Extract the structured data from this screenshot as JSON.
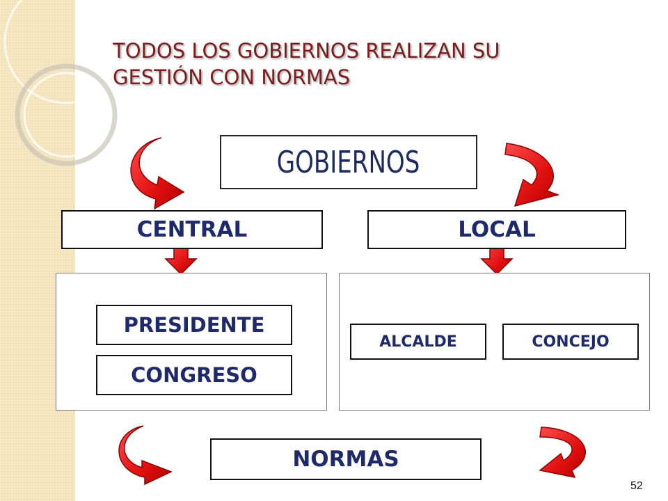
{
  "title_lines": [
    "TODOS LOS GOBIERNOS REALIZAN SU",
    "GESTIÓN CON NORMAS"
  ],
  "nodes": {
    "root": "GOBIERNOS",
    "central": "CENTRAL",
    "local": "LOCAL",
    "presidente": "PRESIDENTE",
    "congreso": "CONGRESO",
    "alcalde": "ALCALDE",
    "concejo": "CONCEJO",
    "normas": "NORMAS"
  },
  "page_number": "52",
  "colors": {
    "title": "#7b1d1d",
    "box_text": "#1f2a6b",
    "arrow_red": "#e01010",
    "band": "#f4e2b4"
  }
}
